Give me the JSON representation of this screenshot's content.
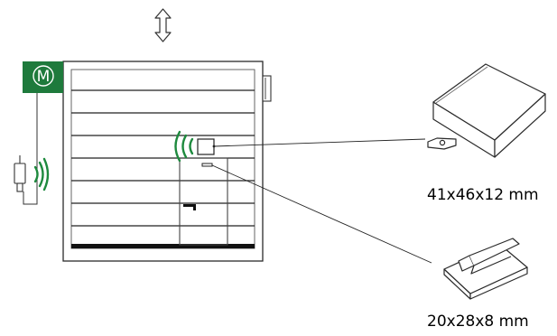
{
  "diagram": {
    "motor_label": "M",
    "sensor_large": {
      "dimensions": "41x46x12 mm"
    },
    "sensor_small": {
      "dimensions": "20x28x8 mm"
    },
    "colors": {
      "motor_box": "#1e7a3c",
      "wireless_waves": "#1e8a3e",
      "outline": "#2b2b2b",
      "slat_line": "#222222",
      "bottom_seal": "#111111"
    },
    "icons": {
      "motion_indicator": "up-down-arrow-icon",
      "motor": "motor-icon",
      "remote_control": "remote-control-icon"
    }
  }
}
